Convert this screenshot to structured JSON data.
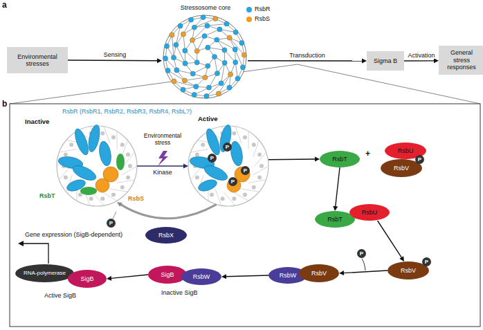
{
  "diagram": {
    "nodes": [
      {
        "text": [
          "Environmental stresses"
        ]
      },
      {
        "text": [
          "Stressosome core"
        ]
      },
      {
        "text": [
          "Sigma B"
        ]
      },
      {
        "text": [
          "General stress responses"
        ]
      },
      {
        "text": [
          "Inactive"
        ]
      },
      {
        "text": [
          "Active"
        ]
      },
      {
        "text": [
          "RsbX"
        ]
      },
      {
        "text": [
          "RsbT"
        ]
      },
      {
        "text": [
          "RsbU"
        ]
      },
      {
        "text": [
          "RsbV",
          "P"
        ]
      },
      {
        "text": [
          "RsbT"
        ]
      },
      {
        "text": [
          "RsbU"
        ]
      },
      {
        "text": [
          "RsbV",
          "P"
        ]
      },
      {
        "text": [
          "RsbW"
        ]
      },
      {
        "text": [
          "RsbV"
        ]
      },
      {
        "text": [
          "SigB"
        ]
      },
      {
        "text": [
          "RsbW"
        ]
      },
      {
        "text": [
          "RNA-polymerase"
        ]
      },
      {
        "text": [
          "SigB"
        ]
      }
    ],
    "edges": [
      {
        "from": 0,
        "to": 1,
        "label": "Sensing",
        "arrow": "to"
      },
      {
        "from": 1,
        "to": 2,
        "label": "Transduction",
        "arrow": "to"
      },
      {
        "from": 2,
        "to": 3,
        "label": "Activation",
        "arrow": "to"
      },
      {
        "from": 4,
        "to": 5,
        "label": "Kinase",
        "arrow": "to"
      },
      {
        "from": 5,
        "to": 4,
        "arrow": "to"
      },
      {
        "from": 5,
        "to": 7,
        "arrow": "to"
      },
      {
        "from": 7,
        "to": 10,
        "arrow": "to"
      },
      {
        "from": 11,
        "to": 12,
        "arrow": "to"
      },
      {
        "from": 12,
        "to": 14,
        "arrow": "to"
      },
      {
        "from": 13,
        "to": 16,
        "arrow": "to"
      },
      {
        "from": 15,
        "to": 18,
        "arrow": "to"
      }
    ],
    "labels": [
      "a",
      "b",
      "RsbR (RsbR1, RsbR2, RsbR3, RsbR4, RsbL?)",
      "Environmental stress",
      "RsbT",
      "RsbS",
      "P",
      "P",
      "P",
      "P",
      "P",
      "+",
      "P",
      "Inactive SigB",
      "Active SigB",
      "Gene expression (SigB-dependent)"
    ],
    "legend": [
      {
        "text": "RsbR",
        "color": "#29a6de"
      },
      {
        "text": "RsbS",
        "color": "#f39c1f"
      }
    ]
  }
}
